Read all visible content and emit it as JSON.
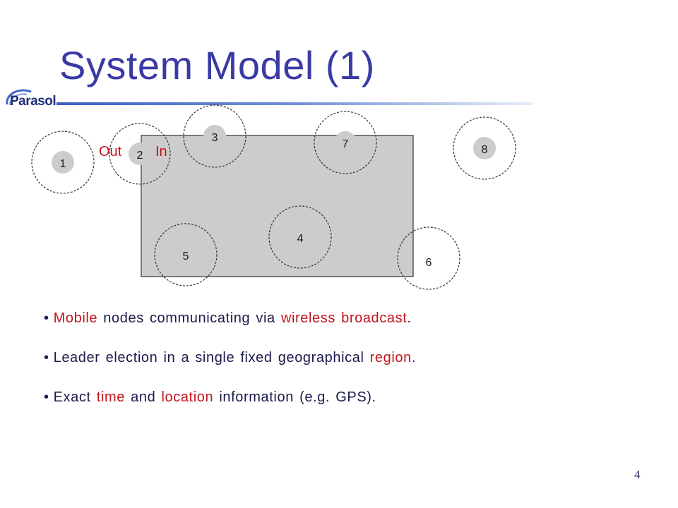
{
  "slide": {
    "title": "System Model (1)",
    "logo_text": "Parasol",
    "page_number": "4"
  },
  "diagram": {
    "labels": {
      "out": "Out",
      "in": "In"
    },
    "nodes": [
      {
        "id": "1",
        "inside_region": false
      },
      {
        "id": "2",
        "inside_region": false
      },
      {
        "id": "3",
        "inside_region": true
      },
      {
        "id": "4",
        "inside_region": true
      },
      {
        "id": "5",
        "inside_region": true
      },
      {
        "id": "6",
        "inside_region": false
      },
      {
        "id": "7",
        "inside_region": true
      },
      {
        "id": "8",
        "inside_region": false
      }
    ],
    "colors": {
      "region_fill": "#cccccc",
      "label_red": "#c0141e",
      "title_blue": "#3a3aa6"
    }
  },
  "bullets": [
    {
      "parts": [
        {
          "text": "Mobile",
          "highlight": true
        },
        {
          "text": " nodes communicating via ",
          "highlight": false
        },
        {
          "text": "wireless broadcast",
          "highlight": true
        },
        {
          "text": ".",
          "highlight": false
        }
      ]
    },
    {
      "parts": [
        {
          "text": "Leader election in a single fixed geographical ",
          "highlight": false
        },
        {
          "text": "region",
          "highlight": true
        },
        {
          "text": ".",
          "highlight": false
        }
      ]
    },
    {
      "parts": [
        {
          "text": "Exact ",
          "highlight": false
        },
        {
          "text": "time",
          "highlight": true
        },
        {
          "text": " and ",
          "highlight": false
        },
        {
          "text": "location",
          "highlight": true
        },
        {
          "text": " information (e.g. GPS).",
          "highlight": false
        }
      ]
    }
  ]
}
